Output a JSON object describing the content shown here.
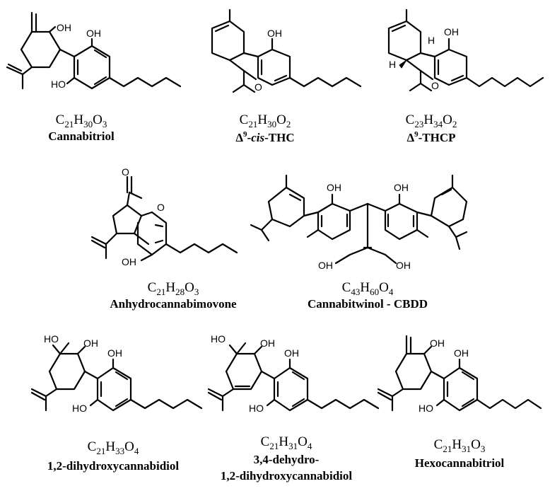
{
  "compounds": [
    {
      "id": "cannabitriol",
      "formula": [
        [
          "C",
          ""
        ],
        [
          "21",
          "sub"
        ],
        [
          "H",
          ""
        ],
        [
          "30",
          "sub"
        ],
        [
          "O",
          ""
        ],
        [
          "3",
          "sub"
        ]
      ],
      "name_parts": [
        [
          "Cannabitriol",
          ""
        ]
      ],
      "atoms": [
        "OH",
        "OH",
        "HO"
      ]
    },
    {
      "id": "d9-cis-thc",
      "formula": [
        [
          "C",
          ""
        ],
        [
          "21",
          "sub"
        ],
        [
          "H",
          ""
        ],
        [
          "30",
          "sub"
        ],
        [
          "O",
          ""
        ],
        [
          "2",
          "sub"
        ]
      ],
      "name_parts": [
        [
          "Δ",
          ""
        ],
        [
          "9",
          "sup"
        ],
        [
          "-",
          ""
        ],
        [
          "cis",
          "it"
        ],
        [
          "-THC",
          ""
        ]
      ],
      "atoms": [
        "OH",
        "O"
      ]
    },
    {
      "id": "d9-thcp",
      "formula": [
        [
          "C",
          ""
        ],
        [
          "23",
          "sub"
        ],
        [
          "H",
          ""
        ],
        [
          "34",
          "sub"
        ],
        [
          "O",
          ""
        ],
        [
          "2",
          "sub"
        ]
      ],
      "name_parts": [
        [
          "Δ",
          ""
        ],
        [
          "9",
          "sup"
        ],
        [
          "-THCP",
          ""
        ]
      ],
      "atoms": [
        "OH",
        "H",
        "H",
        "O"
      ]
    },
    {
      "id": "anhydrocannabimovone",
      "formula": [
        [
          "C",
          ""
        ],
        [
          "21",
          "sub"
        ],
        [
          "H",
          ""
        ],
        [
          "28",
          "sub"
        ],
        [
          "O",
          ""
        ],
        [
          "3",
          "sub"
        ]
      ],
      "name_parts": [
        [
          "Anhydrocannabimovone",
          ""
        ]
      ],
      "atoms": [
        "O",
        "O",
        "OH"
      ]
    },
    {
      "id": "cannabitwinol",
      "formula": [
        [
          "C",
          ""
        ],
        [
          "43",
          "sub"
        ],
        [
          "H",
          ""
        ],
        [
          "60",
          "sub"
        ],
        [
          "O",
          ""
        ],
        [
          "4",
          "sub"
        ]
      ],
      "name_parts": [
        [
          "Cannabitwinol - CBDD",
          ""
        ]
      ],
      "atoms": [
        "OH",
        "OH",
        "OH",
        "OH"
      ]
    },
    {
      "id": "dihydroxycannabidiol",
      "formula": [
        [
          "C",
          ""
        ],
        [
          "21",
          "sub"
        ],
        [
          "H",
          ""
        ],
        [
          "33",
          "sub"
        ],
        [
          "O",
          ""
        ],
        [
          "4",
          "sub"
        ]
      ],
      "name_parts": [
        [
          "1,2-dihydroxycannabidiol",
          ""
        ]
      ],
      "atoms": [
        "HO",
        "OH",
        "OH",
        "HO"
      ]
    },
    {
      "id": "dehydro-dihydroxycannabidiol",
      "formula": [
        [
          "C",
          ""
        ],
        [
          "21",
          "sub"
        ],
        [
          "H",
          ""
        ],
        [
          "31",
          "sub"
        ],
        [
          "O",
          ""
        ],
        [
          "4",
          "sub"
        ]
      ],
      "name_parts": [
        [
          "3,4-dehydro-",
          ""
        ]
      ],
      "name_line2": "1,2-dihydroxycannabidiol",
      "atoms": [
        "HO",
        "OH",
        "OH",
        "HO"
      ]
    },
    {
      "id": "hexocannabitriol",
      "formula": [
        [
          "C",
          ""
        ],
        [
          "21",
          "sub"
        ],
        [
          "H",
          ""
        ],
        [
          "31",
          "sub"
        ],
        [
          "O",
          ""
        ],
        [
          "3",
          "sub"
        ]
      ],
      "name_parts": [
        [
          "Hexocannabitriol",
          ""
        ]
      ],
      "atoms": [
        "OH",
        "OH",
        "HO"
      ]
    }
  ]
}
